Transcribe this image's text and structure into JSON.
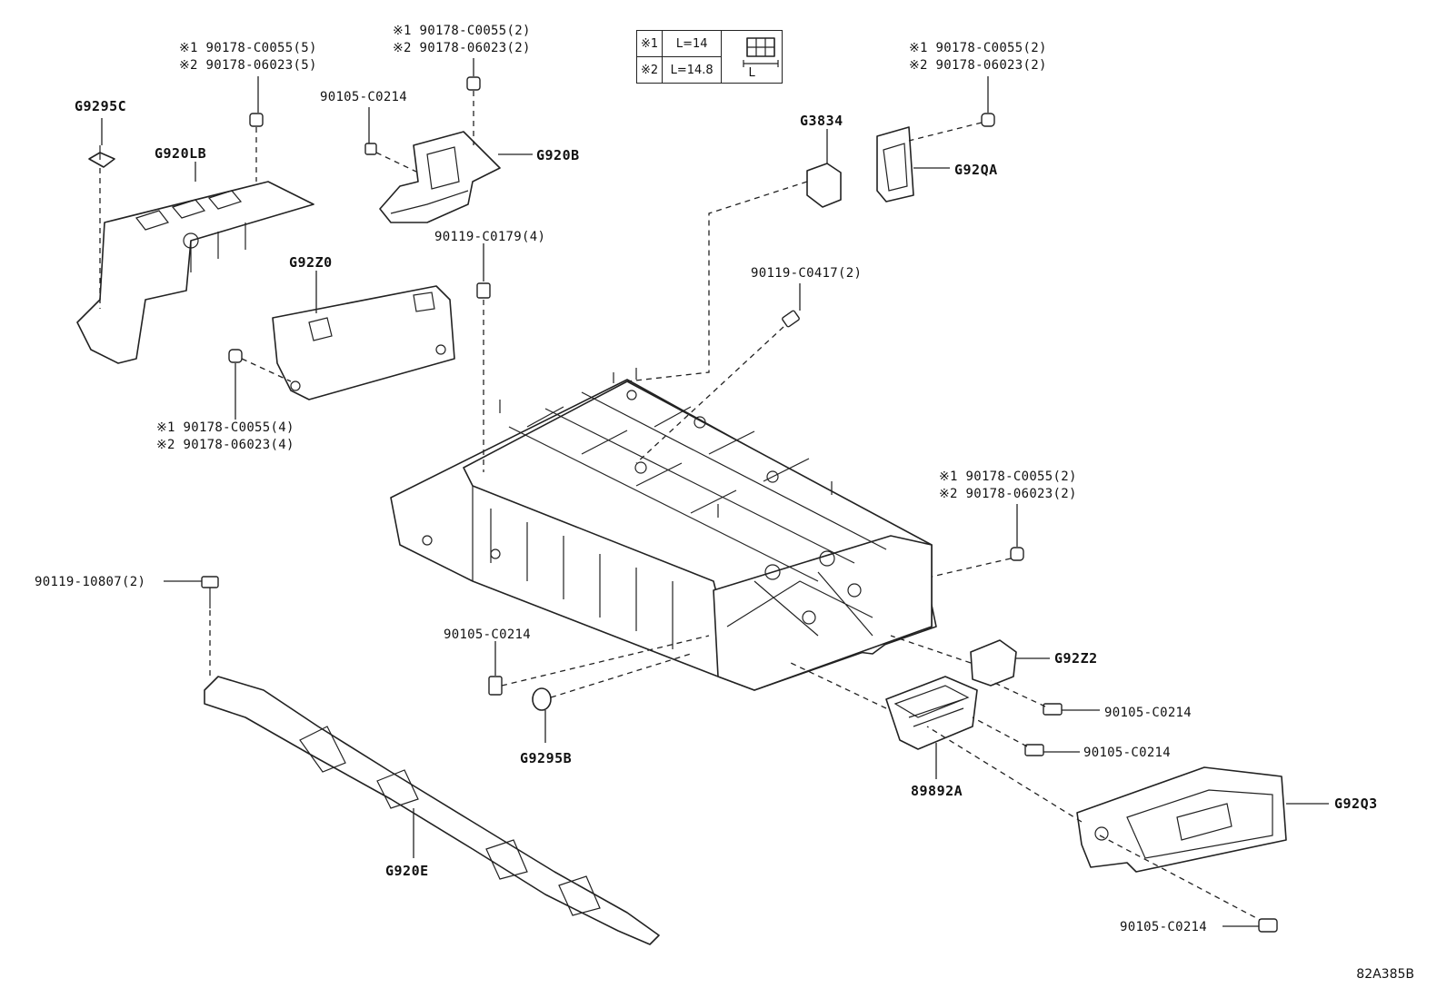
{
  "spec_table": {
    "rows": [
      {
        "mark": "※1",
        "length": "L=14"
      },
      {
        "mark": "※2",
        "length": "L=14.8"
      }
    ],
    "dimension_label": "L"
  },
  "parts": {
    "g9295c": "G9295C",
    "g920lb": "G920LB",
    "g920b": "G920B",
    "g92z0": "G92Z0",
    "g3834": "G3834",
    "g92qa": "G92QA",
    "g92z2": "G92Z2",
    "g9295b": "G9295B",
    "p89892a": "89892A",
    "g920e": "G920E",
    "g92q3": "G92Q3"
  },
  "codes": {
    "nut_tl_1": "※1 90178-C0055(5)",
    "nut_tl_2": "※2 90178-06023(5)",
    "nut_tc_1": "※1 90178-C0055(2)",
    "nut_tc_2": "※2 90178-06023(2)",
    "nut_tr_1": "※1 90178-C0055(2)",
    "nut_tr_2": "※2 90178-06023(2)",
    "nut_ml_1": "※1 90178-C0055(4)",
    "nut_ml_2": "※2 90178-06023(4)",
    "nut_mr_1": "※1 90178-C0055(2)",
    "nut_mr_2": "※2 90178-06023(2)",
    "bolt_c0214_a": "90105-C0214",
    "bolt_c0179": "90119-C0179(4)",
    "bolt_c0417": "90119-C0417(2)",
    "bolt_10807": "90119-10807(2)",
    "bolt_c0214_b": "90105-C0214",
    "bolt_c0214_c": "90105-C0214",
    "bolt_c0214_d": "90105-C0214",
    "bolt_c0214_e": "90105-C0214"
  },
  "document_id": "82A385B"
}
